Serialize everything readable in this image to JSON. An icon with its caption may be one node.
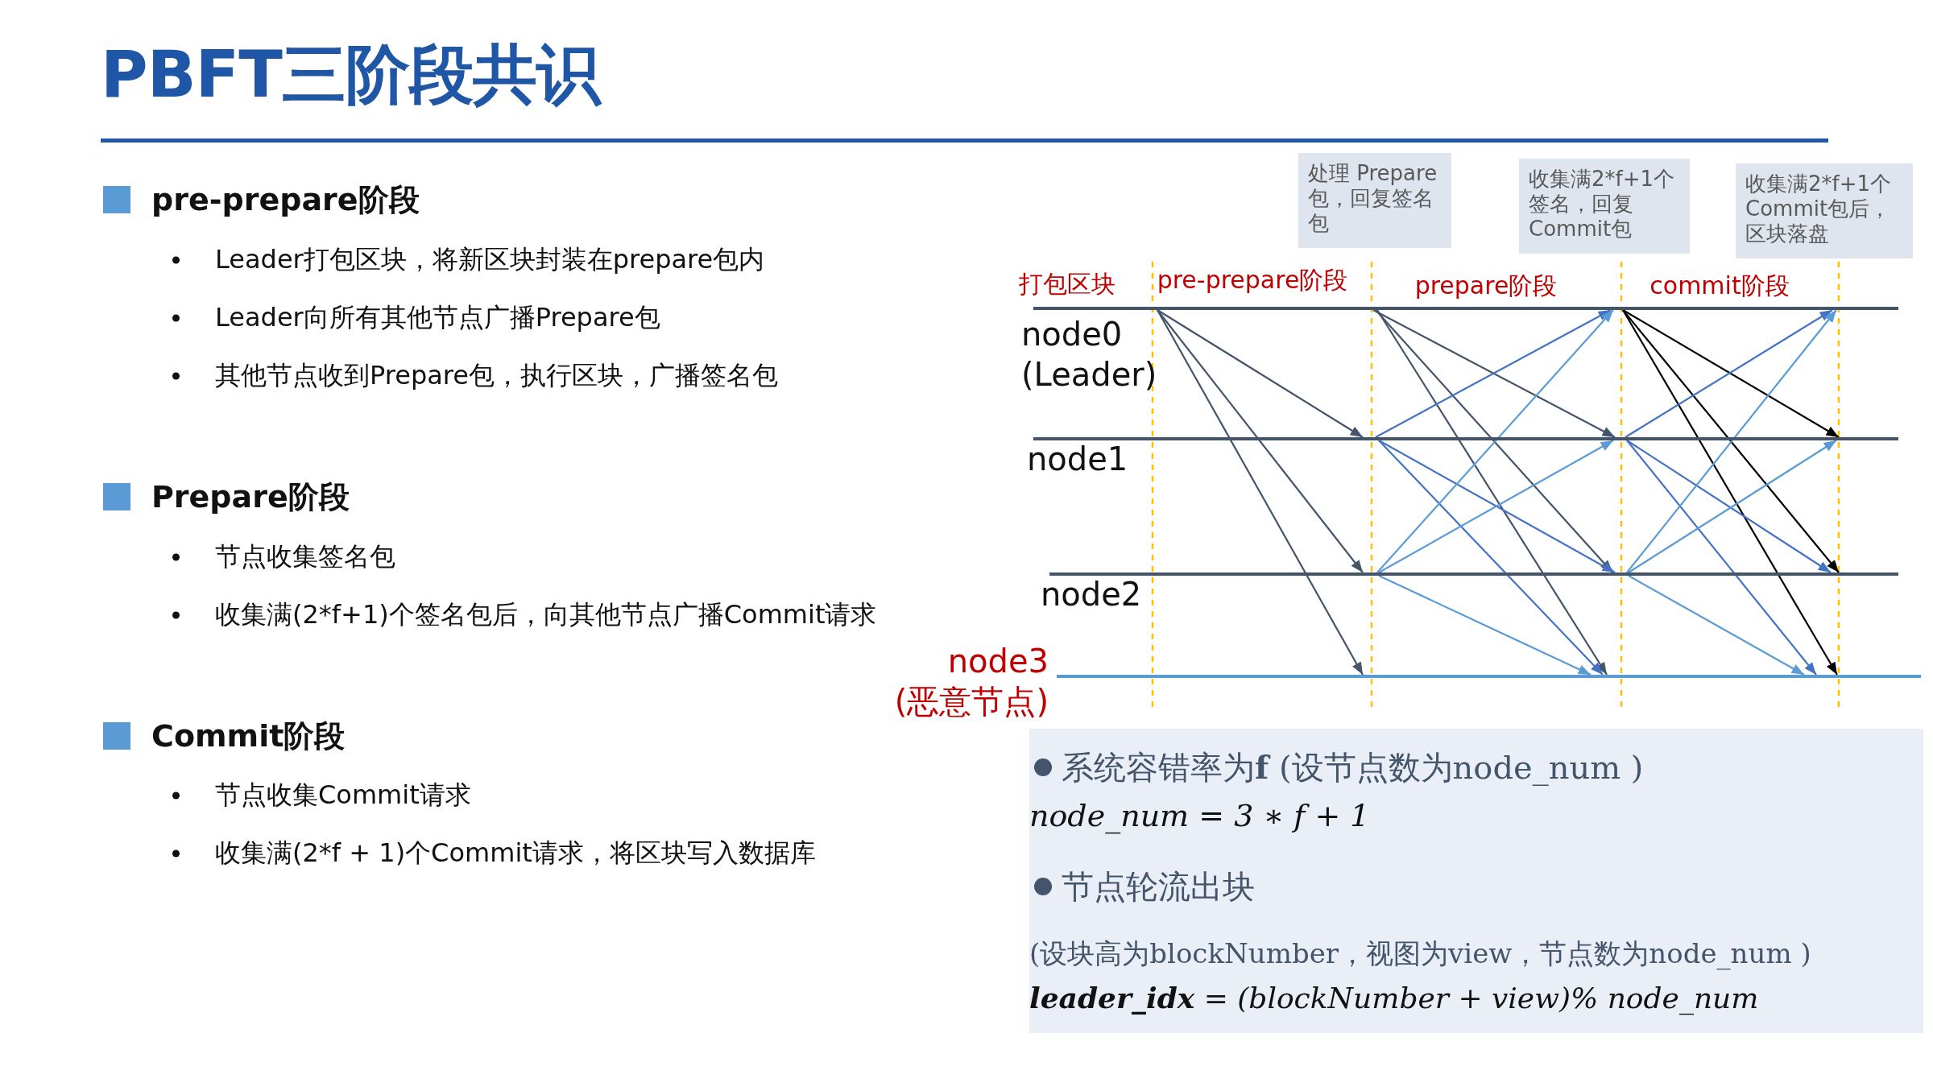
{
  "diagram": {
    "title": "PBFT三阶段共识",
    "nodes": [
      {
        "text": [
          "处理 Prepare包，回复签名包"
        ]
      },
      {
        "text": [
          "收集满2*f+1个签名，回复Commit包"
        ]
      },
      {
        "text": [
          "收集满2*f+1个Commit包后，区块落盘"
        ]
      },
      {
        "text": [],
        "shape": "bar",
        "beside": [
          "node0 (Leader)"
        ]
      },
      {
        "text": [],
        "shape": "bar",
        "beside": [
          "node1"
        ]
      },
      {
        "text": [],
        "shape": "bar",
        "beside": [
          "node2"
        ]
      },
      {
        "text": [],
        "shape": "bar",
        "beside": [
          "node3 (恶意节点)"
        ]
      },
      {
        "text": [
          "系统容错率为**f** (设节点数为node_num )",
          "node_num = 3 ∗ f + 1",
          "节点轮流出块",
          "(设块高为blockNumber，视图为view，节点数为node_num )",
          "**leader_idx** = (blockNumber + view)% node_num"
        ]
      }
    ],
    "edges": [
      {
        "from": 3,
        "to": 4,
        "arrow": "to"
      },
      {
        "from": 3,
        "to": 5,
        "arrow": "to"
      },
      {
        "from": 3,
        "to": 6,
        "arrow": "to"
      },
      {
        "from": 3,
        "to": 4,
        "arrow": "to"
      },
      {
        "from": 3,
        "to": 5,
        "arrow": "to"
      },
      {
        "from": 3,
        "to": 6,
        "arrow": "to"
      },
      {
        "from": 4,
        "to": 3,
        "arrow": "to",
        "color": "#4472c4"
      },
      {
        "from": 4,
        "to": 5,
        "arrow": "to",
        "color": "#4472c4"
      },
      {
        "from": 4,
        "to": 6,
        "arrow": "to",
        "color": "#4472c4"
      },
      {
        "from": 5,
        "to": 3,
        "arrow": "to",
        "color": "#5b9bd5"
      },
      {
        "from": 5,
        "to": 4,
        "arrow": "to",
        "color": "#5b9bd5"
      },
      {
        "from": 5,
        "to": 6,
        "arrow": "to",
        "color": "#5b9bd5"
      },
      {
        "from": 3,
        "to": 4,
        "arrow": "to",
        "color": "#000000"
      },
      {
        "from": 3,
        "to": 5,
        "arrow": "to",
        "color": "#000000"
      },
      {
        "from": 3,
        "to": 6,
        "arrow": "to",
        "color": "#000000"
      },
      {
        "from": 4,
        "to": 3,
        "arrow": "to",
        "color": "#4472c4"
      },
      {
        "from": 4,
        "to": 5,
        "arrow": "to",
        "color": "#4472c4"
      },
      {
        "from": 4,
        "to": 6,
        "arrow": "to",
        "color": "#4472c4"
      },
      {
        "from": 5,
        "to": 3,
        "arrow": "to",
        "color": "#5b9bd5"
      },
      {
        "from": 5,
        "to": 4,
        "arrow": "to",
        "color": "#5b9bd5"
      },
      {
        "from": 5,
        "to": 6,
        "arrow": "to",
        "color": "#5b9bd5"
      }
    ],
    "labels": [
      "pre-prepare阶段",
      "Leader打包区块，将新区块封装在prepare包内",
      "Leader向所有其他节点广播Prepare包",
      "其他节点收到Prepare包，执行区块，广播签名包",
      "Prepare阶段",
      "节点收集签名包",
      "收集满(2*f+1)个签名包后，向其他节点广播Commit请求",
      "Commit阶段",
      "节点收集Commit请求",
      "收集满(2*f + 1)个Commit请求，将区块写入数据库",
      "打包区块",
      "pre-prepare阶段",
      "prepare阶段",
      "commit阶段"
    ]
  }
}
